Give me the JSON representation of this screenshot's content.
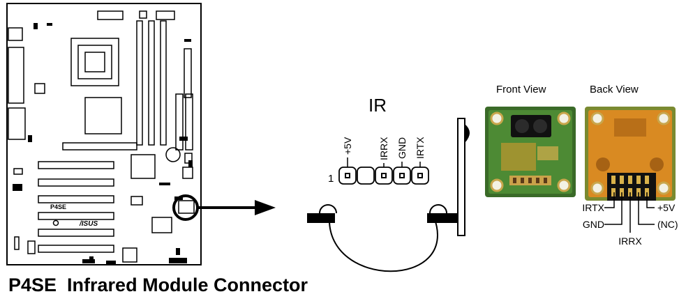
{
  "caption": "P4SE  Infrared Module Connector",
  "board": {
    "model_label": "P4SE",
    "brand_label": "/ISUS"
  },
  "connector": {
    "title": "IR",
    "pin1_label": "1",
    "pins": [
      "+5V",
      "",
      "IRRX",
      "GND",
      "IRTX"
    ]
  },
  "module": {
    "front_view_label": "Front View",
    "back_view_label": "Back View",
    "pin_labels": {
      "irtx": "IRTX",
      "gnd": "GND",
      "irrx": "IRRX",
      "plus5v": "+5V",
      "nc": "(NC)"
    }
  }
}
